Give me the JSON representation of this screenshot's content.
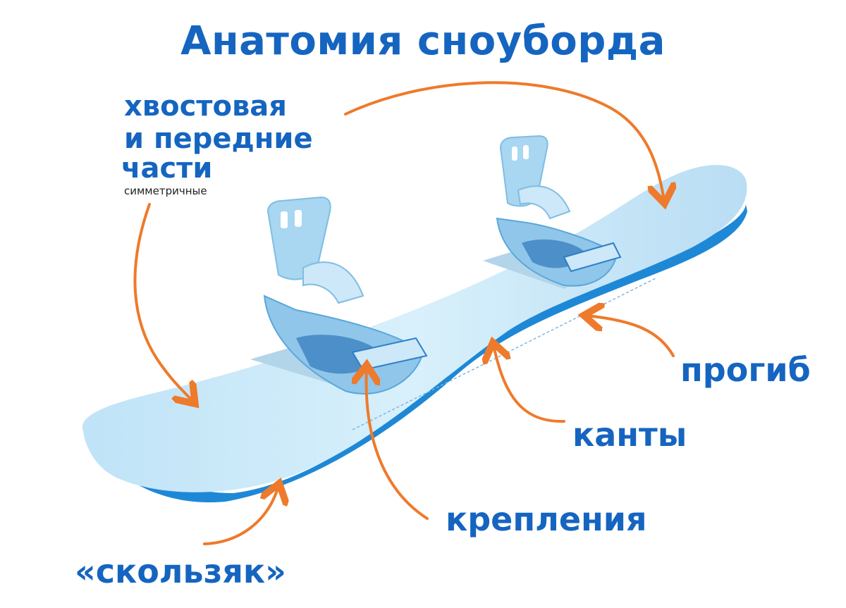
{
  "title": "Анатомия сноуборда",
  "labels": {
    "tail_nose_line1": "хвостовая",
    "tail_nose_line2": "и передние",
    "tail_nose_line3": "части",
    "tail_nose_note": "симметричные",
    "camber": "прогиб",
    "edges": "канты",
    "bindings": "крепления",
    "base": "«скользяк»"
  },
  "colors": {
    "text": "#1565c0",
    "arrow": "#ee7a2b",
    "board_top": "#cfeaf8",
    "board_edge": "#1e88d6",
    "binding": "#a9d6f0"
  }
}
